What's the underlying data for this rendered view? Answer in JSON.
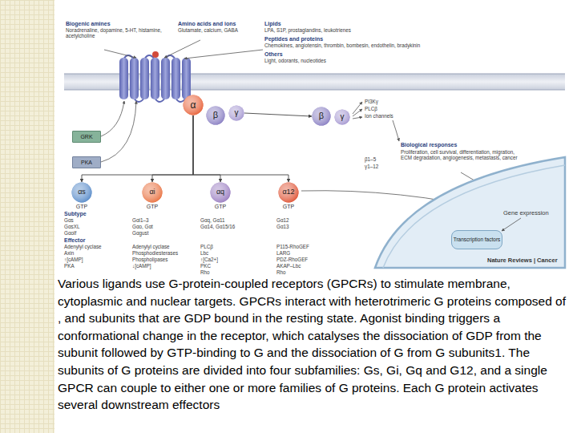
{
  "diagram": {
    "caption": "Various ligands use G-protein-coupled receptors (GPCRs) to stimulate membrane, cytoplasmic and nuclear targets. GPCRs interact with heterotrimeric G proteins composed of , and subunits that are GDP bound in the resting state. Agonist binding triggers a conformational change in the receptor, which catalyses the dissociation of GDP from the subunit followed by GTP-binding to G and the dissociation of G from G subunits1. The subunits of G proteins are divided into four subfamilies: Gs, Gi, Gq and G12, and a single GPCR can couple to either one or more families of G proteins. Each G protein activates several downstream effectors",
    "nodes": [
      {
        "text": [
          "α"
        ]
      },
      {
        "text": [
          "β"
        ]
      },
      {
        "text": [
          "γ"
        ]
      },
      {
        "text": [
          "β"
        ]
      },
      {
        "text": [
          "γ"
        ]
      },
      {
        "text": [
          "GRK"
        ]
      },
      {
        "text": [
          "PKA"
        ]
      },
      {
        "text": [
          "αs",
          "GTP"
        ]
      },
      {
        "text": [
          "αi",
          "GTP"
        ]
      },
      {
        "text": [
          "αq",
          "GTP"
        ]
      },
      {
        "text": [
          "α12",
          "GTP"
        ]
      },
      {
        "text": [
          "Transcription factors"
        ]
      }
    ],
    "edges": [
      {
        "from": 0,
        "to": 7,
        "arrow": "to"
      },
      {
        "from": 0,
        "to": 8,
        "arrow": "to"
      },
      {
        "from": 0,
        "to": 9,
        "arrow": "to"
      },
      {
        "from": 0,
        "to": 10,
        "arrow": "to"
      },
      {
        "from": 2,
        "to": 3,
        "arrow": "to"
      }
    ],
    "labels": [
      "Biogenic amines",
      "Noradrenaline, dopamine, 5-HT, histamine, acetylcholine",
      "Amino acids and ions",
      "Glutamate, calcium, GABA",
      "Lipids",
      "LPA, S1P, prostaglandins, leukotrienes",
      "Peptides and proteins",
      "Chemokines, angiotensin, thrombin, bombesin, endothelin, bradykinin",
      "Others",
      "Light, odorants, nucleotides",
      "PI3Kγ",
      "PLCβ",
      "Ion channels",
      "Biological responses",
      "Proliferation, cell survival, differentiation, migration, ECM degradation, angiogenesis, metastasis, cancer",
      "β1–5",
      "γ1–12",
      "Subtype",
      "Gαs",
      "GαsXL",
      "Gαolf",
      "Gαi1–3",
      "Gαo, Gαt",
      "Gαgust",
      "Gαq, Gα11",
      "Gα14, Gα15/16",
      "Gα12",
      "Gα13",
      "Effector",
      "Adenylyl cyclase",
      "Axin",
      "↑[cAMP]",
      "PKA",
      "Adenylyl cyclase",
      "Phosphodiesterases",
      "Phospholipases",
      "↓[cAMP]",
      "PLCβ",
      "Lbc",
      "↑[Ca2+]",
      "PKC",
      "Rho",
      "P115-RhoGEF",
      "LARG",
      "PDZ-RhoGEF",
      "AKAP–Lbc",
      "Rho",
      "Gene expression",
      "Nature Reviews | Cancer"
    ]
  }
}
